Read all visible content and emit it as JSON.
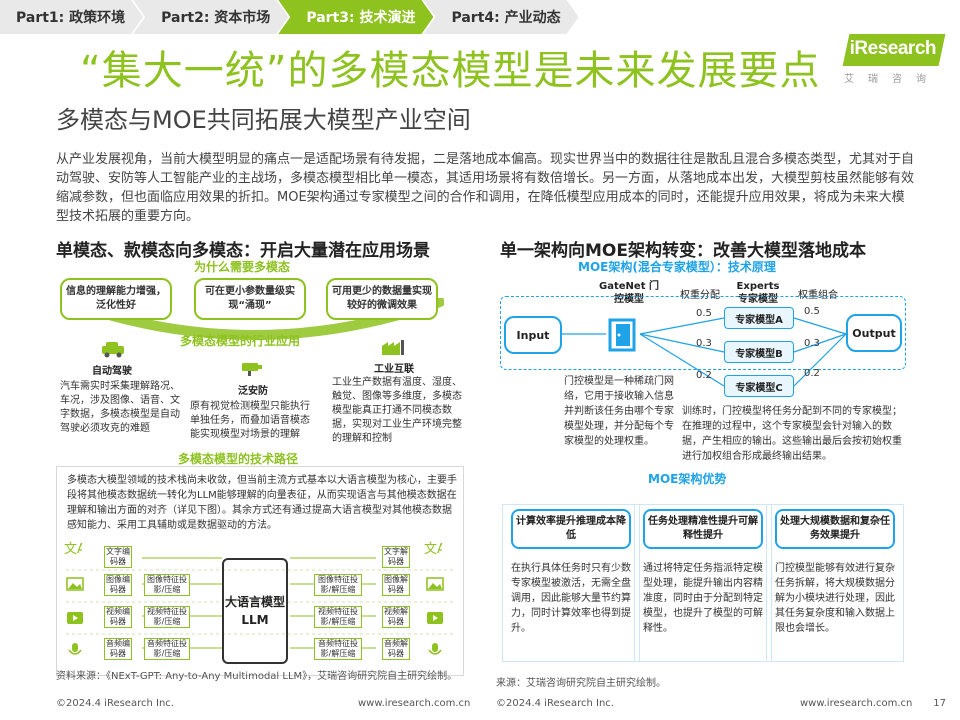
{
  "nav": {
    "items": [
      "Part1: 政策环境",
      "Part2: 资本市场",
      "Part3: 技术演进",
      "Part4: 产业动态"
    ]
  },
  "logo": {
    "text": "iResearch",
    "sub": "艾瑞咨询"
  },
  "title": "“集大一统”的多模态模型是未来发展要点",
  "subtitle": "多模态与MOE共同拓展大模型产业空间",
  "intro": "从产业发展视角，当前大模型明显的痛点一是适配场景有待发掘，二是落地成本偏高。现实世界当中的数据往往是散乱且混合多模态类型，尤其对于自动驾驶、安防等人工智能产业的主战场，多模态模型相比单一模态，其适用场景将有数倍增长。另一方面，从落地成本出发，大模型剪枝虽然能够有效缩减参数，但也面临应用效果的折扣。MOE架构通过专家模型之间的合作和调用，在降低模型应用成本的同时，还能提升应用效果，将成为未来大模型技术拓展的重要方向。",
  "left": {
    "heading": "单模态、款模态向多模态：开启大量潜在应用场景",
    "why_title": "为什么需要多模态",
    "reasons": [
      "信息的理解能力增强，泛化性好",
      "可在更小参数量级实现“涌现”",
      "可用更少的数据量实现较好的微调效果"
    ],
    "apps_title": "多模态模型的行业应用",
    "apps": [
      {
        "name": "自动驾驶",
        "desc": "汽车需实时采集理解路况、车况，涉及图像、语音、文字数据，多模态模型是自动驾驶必须攻克的难题"
      },
      {
        "name": "泛安防",
        "desc": "原有视觉检测模型只能执行单独任务，而叠加语音模态能实现模型对场景的理解"
      },
      {
        "name": "工业互联",
        "desc": "工业生产数据有温度、湿度、触觉、图像等多维度，多模态模型能真正打通不同模态数据，实现对工业生产环境完整的理解和控制"
      }
    ],
    "tech_title": "多模态模型的技术路径",
    "tech_text": "多模态大模型领域的技术栈尚未收敛，但当前主流方式基本以大语言模型为核心，主要手段将其他模态数据统一转化为LLM能够理解的向量表征，从而实现语言与其他模态数据在理解和输出方面的对齐（详见下图）。其余方式还有通过提高大语言模型对其他模态数据感知能力、采用工具辅助或是数据驱动的方法。",
    "modalities": [
      {
        "enc": "文字编码器",
        "proj": "",
        "proj_out": "",
        "dec": "文字解码器"
      },
      {
        "enc": "图像编码器",
        "proj": "图像特征投影/压缩",
        "proj_out": "图像特征投影/解压缩",
        "dec": "图像解码器"
      },
      {
        "enc": "视频编码器",
        "proj": "视频特征投影/压缩",
        "proj_out": "视频特征投影/解压缩",
        "dec": "视频解码器"
      },
      {
        "enc": "音频编码器",
        "proj": "音频特征投影/压缩",
        "proj_out": "音频特征投影/解压缩",
        "dec": "音频解码器"
      }
    ],
    "llm": "大语言模型 LLM",
    "source": "资料来源：《NExT-GPT: Any-to-Any Multimodal LLM》，艾瑞咨询研究院自主研究绘制。"
  },
  "right": {
    "heading": "单一架构向MOE架构转变：改善大模型落地成本",
    "moe_title": "MOE架构(混合专家模型）：技术原理",
    "input": "Input",
    "output": "Output",
    "gatenet": "GateNet 门控模型",
    "weight_dist": "权重分配",
    "experts_label": "Experts 专家模型",
    "weight_combine": "权重组合",
    "experts": [
      "专家模型A",
      "专家模型B",
      "专家模型C"
    ],
    "in_weights": [
      "0.5",
      "0.3",
      "0.2"
    ],
    "out_weights": [
      "0.5",
      "0.3",
      "0.2"
    ],
    "gate_desc": "门控模型是一种稀疏门网络，它用于接收输入信息并判断该任务由哪个专家模型处理，并分配每个专家模型的处理权重。",
    "train_desc": "训练时，门控模型将任务分配到不同的专家模型；在推理的过程中，这个专家模型会针对输入的数据，产生相应的输出。这些输出最后会按初始权重进行加权组合形成最终输出结果。",
    "adv_title": "MOE架构优势",
    "advantages": [
      {
        "head": "计算效率提升推理成本降低",
        "text": "在执行具体任务时只有少数专家模型被激活，无需全盘调用，因此能够大量节约算力，同时计算效率也得到提升。"
      },
      {
        "head": "任务处理精准性提升可解释性提升",
        "text": "通过将特定任务指派特定模型处理，能提升输出内容精准度，同时由于分配到特定模型，也提升了模型的可解释性。"
      },
      {
        "head": "处理大规模数据和复杂任务效果提升",
        "text": "门控模型能够有效进行复杂任务拆解，将大规模数据分解为小模块进行处理，因此其任务复杂度和输入数据上限也会增长。"
      }
    ],
    "source": "来源：艾瑞咨询研究院自主研究绘制。"
  },
  "footer": {
    "copy": "©2024.4 iResearch Inc.",
    "url": "www.iresearch.com.cn",
    "page": "17"
  },
  "colors": {
    "accent": "#8dc21f",
    "blue": "#1fa3e8"
  }
}
